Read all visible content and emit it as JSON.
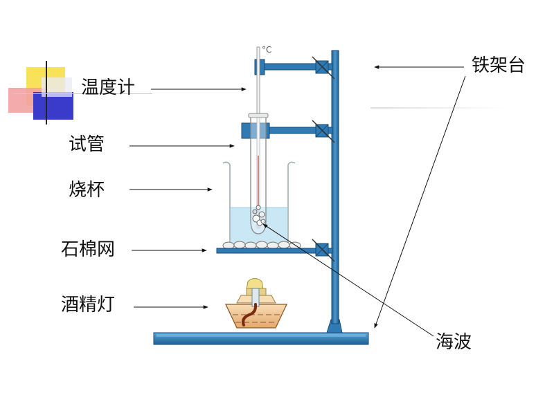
{
  "labels": {
    "thermometer": "温度计",
    "test_tube": "试管",
    "beaker": "烧杯",
    "asbestos_net": "石棉网",
    "alcohol_lamp": "酒精灯",
    "iron_stand": "铁架台",
    "hypo": "海波"
  },
  "thermometer_unit": "°C",
  "colors": {
    "stand": "#2f7ab3",
    "stand_dark": "#1a4f7a",
    "water": "#bfe3f2",
    "lamp_body": "#f2cfa0",
    "label_text": "#111111",
    "deco_yellow": "#f7e25a",
    "deco_red": "#f08a8a",
    "deco_blue": "#3a3acb"
  }
}
